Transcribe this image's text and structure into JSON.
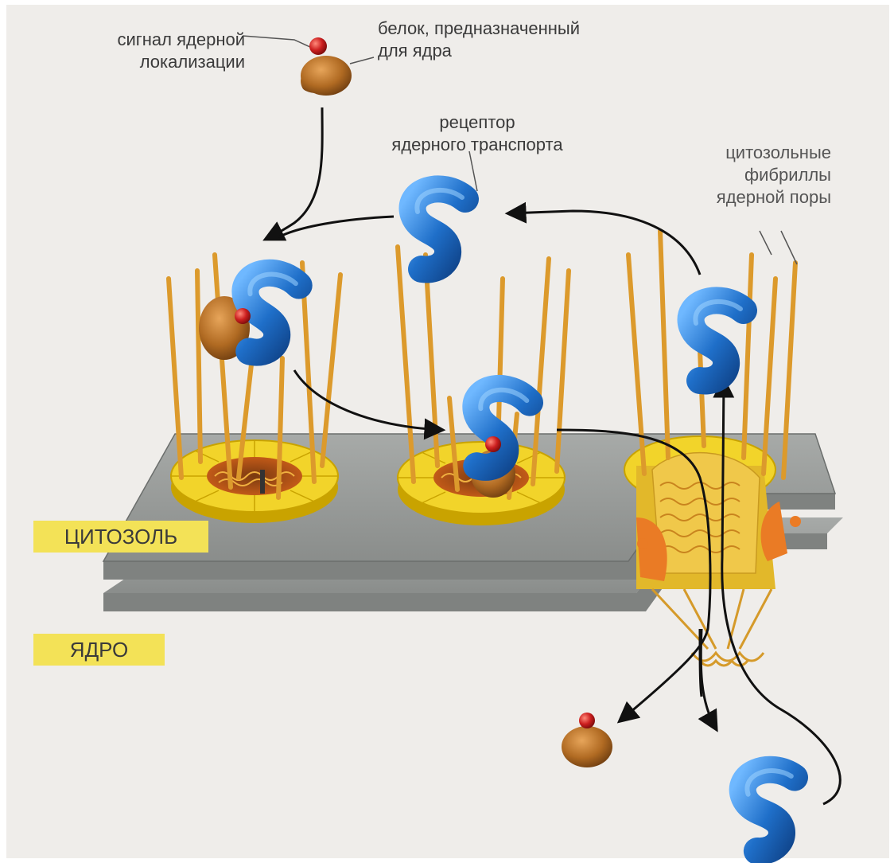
{
  "labels": {
    "nls": [
      "сигнал ядерной",
      "локализации"
    ],
    "protein": [
      "белок, предназначенный",
      "для ядра"
    ],
    "receptor": [
      "рецептор",
      "ядерного транспорта"
    ],
    "fibrils": [
      "цитозольные",
      "фибриллы",
      "ядерной поры"
    ]
  },
  "compartments": {
    "cytosol": "ЦИТОЗОЛЬ",
    "nucleus": "ЯДРО"
  },
  "colors": {
    "paper": "#efedea",
    "label_tag": "#f3e257",
    "receptor": "#1f6fc9",
    "cargo": "#b06a22",
    "nls": "#c81f1f",
    "fibril": "#e0a030",
    "membrane": "#8e918f",
    "pore_ring": "#f0d020"
  }
}
